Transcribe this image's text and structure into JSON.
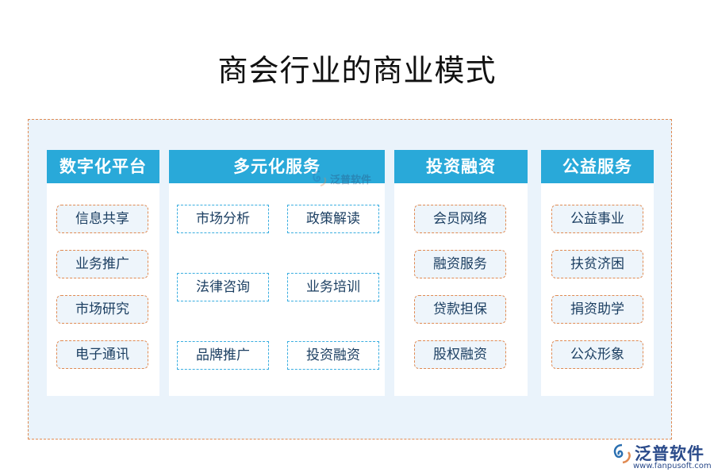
{
  "title": "商会行业的商业模式",
  "columns": [
    {
      "header": "数字化平台",
      "items": [
        "信息共享",
        "业务推广",
        "市场研究",
        "电子通讯"
      ]
    },
    {
      "header": "多元化服务",
      "items": [
        "市场分析",
        "政策解读",
        "法律咨询",
        "业务培训",
        "品牌推广",
        "投资融资"
      ]
    },
    {
      "header": "投资融资",
      "items": [
        "会员网络",
        "融资服务",
        "贷款担保",
        "股权融资"
      ]
    },
    {
      "header": "公益服务",
      "items": [
        "公益事业",
        "扶贫济困",
        "捐资助学",
        "公众形象"
      ]
    }
  ],
  "watermark": {
    "text": "泛普软件"
  },
  "logo": {
    "brand": "泛普软件",
    "url": "www.fanpusoft.com"
  },
  "colors": {
    "header_bg": "#29a9d9",
    "panel_bg": "#eaf3fb",
    "dashed_orange": "#e08a52",
    "dashed_blue": "#3aaee0",
    "text_dark": "#1c3f62"
  }
}
